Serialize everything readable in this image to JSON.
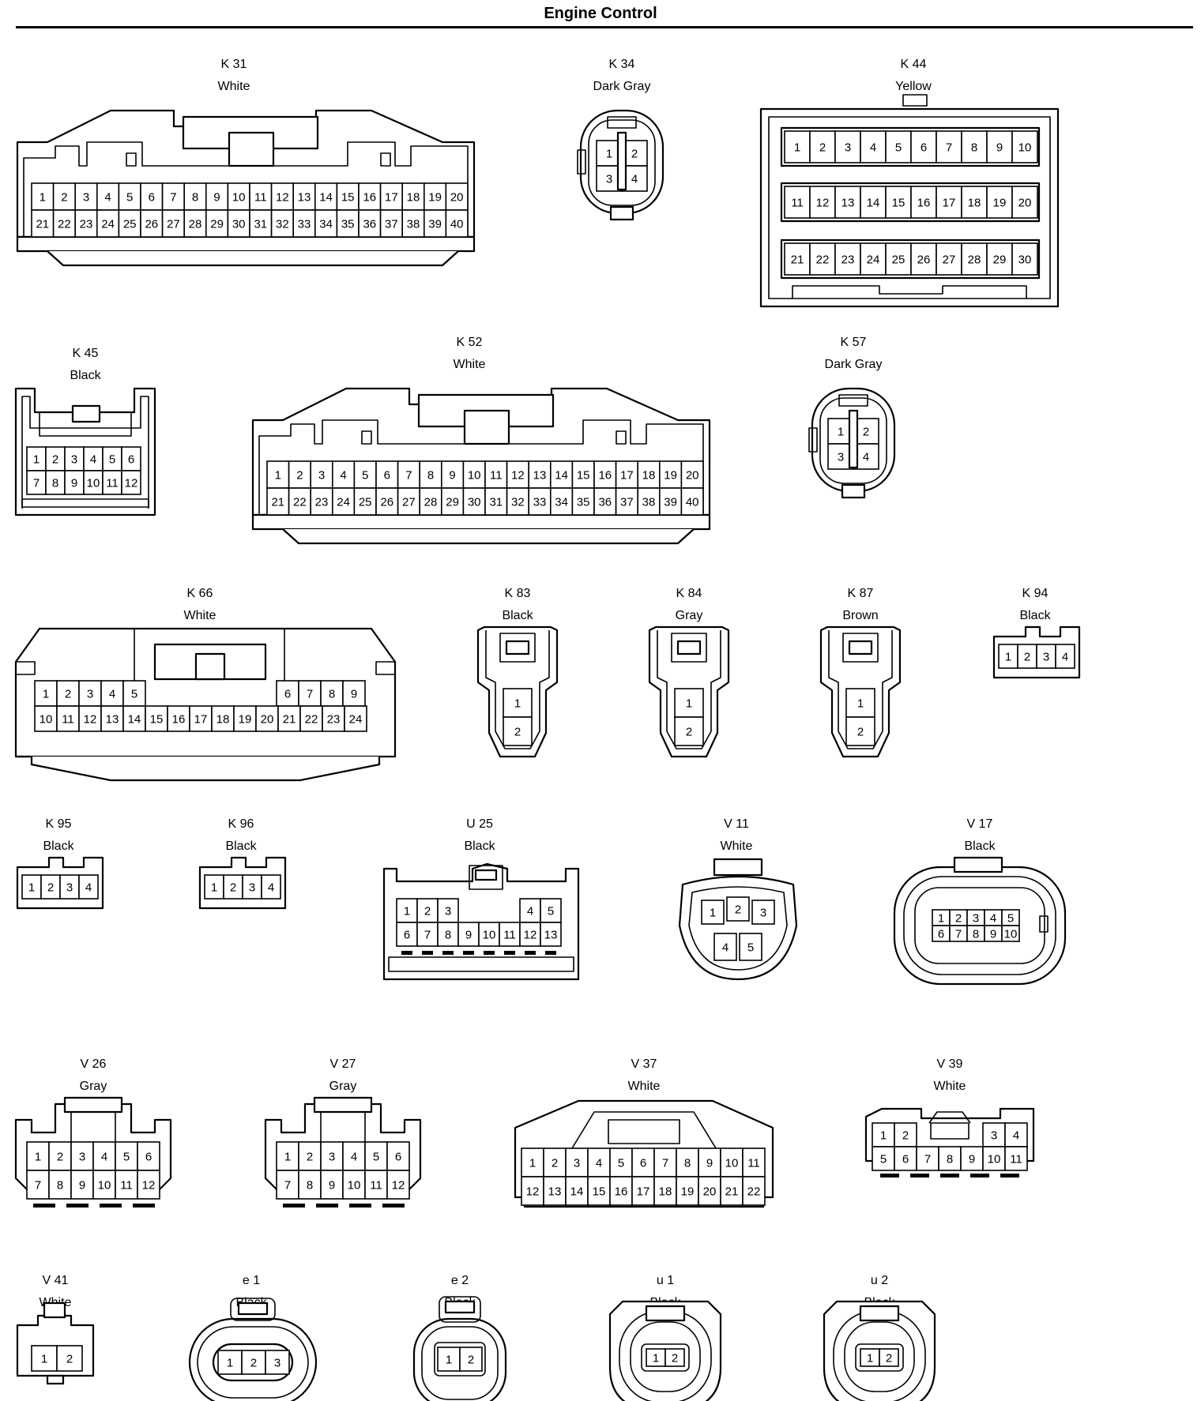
{
  "title": "Engine Control",
  "connectors": [
    {
      "id": "K 31",
      "color": "White"
    },
    {
      "id": "K 34",
      "color": "Dark Gray"
    },
    {
      "id": "K 44",
      "color": "Yellow"
    },
    {
      "id": "K 45",
      "color": "Black"
    },
    {
      "id": "K 52",
      "color": "White"
    },
    {
      "id": "K 57",
      "color": "Dark Gray"
    },
    {
      "id": "K 66",
      "color": "White"
    },
    {
      "id": "K 83",
      "color": "Black"
    },
    {
      "id": "K 84",
      "color": "Gray"
    },
    {
      "id": "K 87",
      "color": "Brown"
    },
    {
      "id": "K 94",
      "color": "Black"
    },
    {
      "id": "K 95",
      "color": "Black"
    },
    {
      "id": "K 96",
      "color": "Black"
    },
    {
      "id": "U 25",
      "color": "Black"
    },
    {
      "id": "V 11",
      "color": "White"
    },
    {
      "id": "V 17",
      "color": "Black"
    },
    {
      "id": "V 26",
      "color": "Gray"
    },
    {
      "id": "V 27",
      "color": "Gray"
    },
    {
      "id": "V 37",
      "color": "White"
    },
    {
      "id": "V 39",
      "color": "White"
    },
    {
      "id": "V 41",
      "color": "White"
    },
    {
      "id": "e 1",
      "color": "Black"
    },
    {
      "id": "e 2",
      "color": "Black"
    },
    {
      "id": "u 1",
      "color": "Black"
    },
    {
      "id": "u 2",
      "color": "Black"
    }
  ]
}
